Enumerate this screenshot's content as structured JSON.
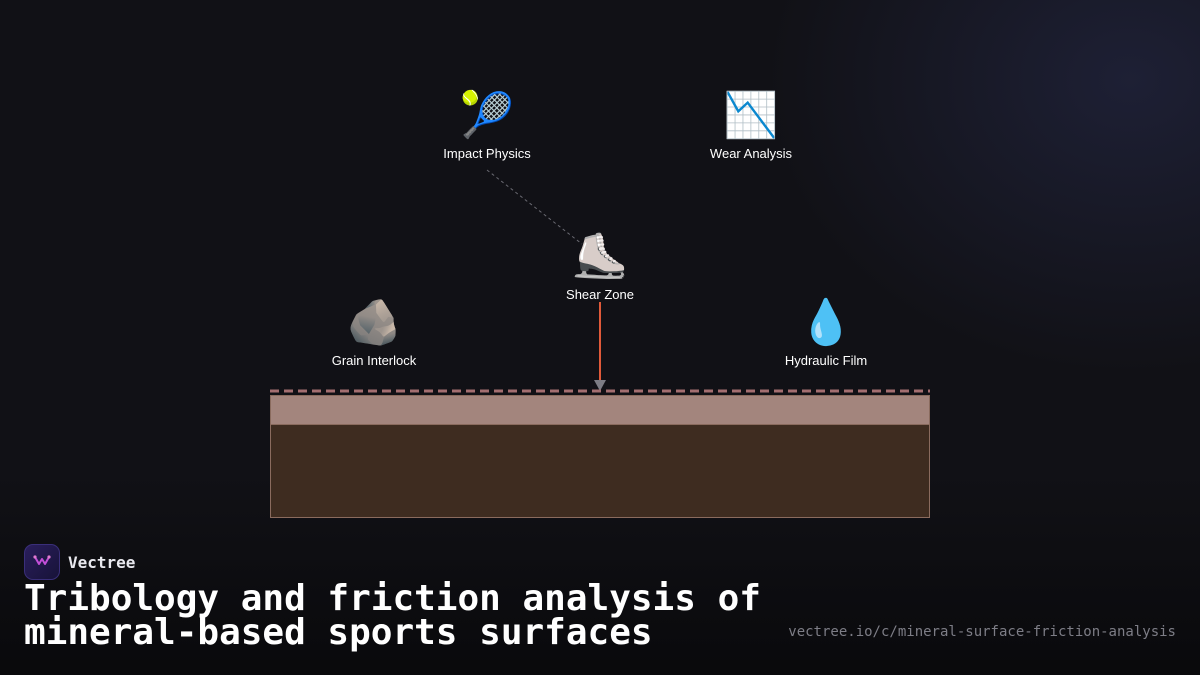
{
  "diagram": {
    "nodes": [
      {
        "id": "impact",
        "icon": "🎾",
        "icon_name": "tennis-racket-icon",
        "label": "Impact Physics"
      },
      {
        "id": "wear",
        "icon": "📉",
        "icon_name": "chart-decreasing-icon",
        "label": "Wear Analysis"
      },
      {
        "id": "shear",
        "icon": "⛸️",
        "icon_name": "ice-skate-icon",
        "label": "Shear Zone"
      },
      {
        "id": "grain",
        "icon": "🪨",
        "icon_name": "rock-icon",
        "label": "Grain Interlock"
      },
      {
        "id": "hydraulic",
        "icon": "💧",
        "icon_name": "droplet-icon",
        "label": "Hydraulic Film"
      }
    ],
    "colors": {
      "surface_top": "#a3857d",
      "surface_base": "#3e2c20",
      "surface_border": "#8a6b5e",
      "dashed_line": "#a36e70",
      "force_arrow": "#e05a3a",
      "connector": "#6a6a72"
    }
  },
  "brand": {
    "name": "Vectree",
    "logo_icon": "vectree-logo-icon"
  },
  "title": "Tribology and friction analysis of mineral-based sports surfaces",
  "url": "vectree.io/c/mineral-surface-friction-analysis"
}
